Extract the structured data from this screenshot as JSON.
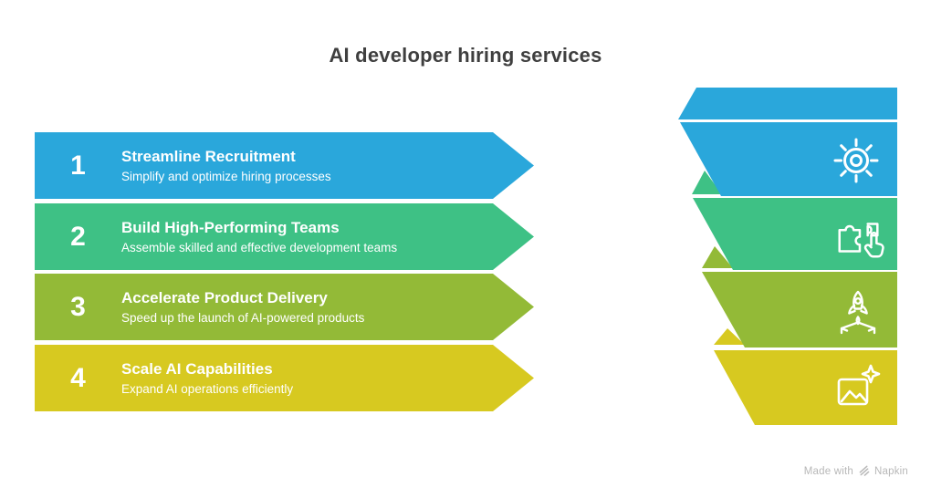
{
  "header": {
    "title": "AI developer hiring services"
  },
  "steps": [
    {
      "number": "1",
      "title": "Streamline Recruitment",
      "description": "Simplify and optimize hiring processes",
      "color": "#2AA7DB",
      "icon": "sun-gear-icon"
    },
    {
      "number": "2",
      "title": "Build High-Performing Teams",
      "description": "Assemble skilled and effective development teams",
      "color": "#3EC185",
      "icon": "puzzle-hand-icon"
    },
    {
      "number": "3",
      "title": "Accelerate Product Delivery",
      "description": "Speed up the launch of AI-powered products",
      "color": "#93BA37",
      "icon": "rocket-launch-icon"
    },
    {
      "number": "4",
      "title": "Scale AI Capabilities",
      "description": "Expand AI operations efficiently",
      "color": "#D7C920",
      "icon": "image-sparkle-icon"
    }
  ],
  "footer": {
    "made_with": "Made with",
    "brand": "Napkin"
  },
  "colors": {
    "title_text": "#3F3F3F",
    "step_text": "#FFFFFF",
    "footer_text": "#B8B8B8",
    "background": "#FFFFFF"
  }
}
